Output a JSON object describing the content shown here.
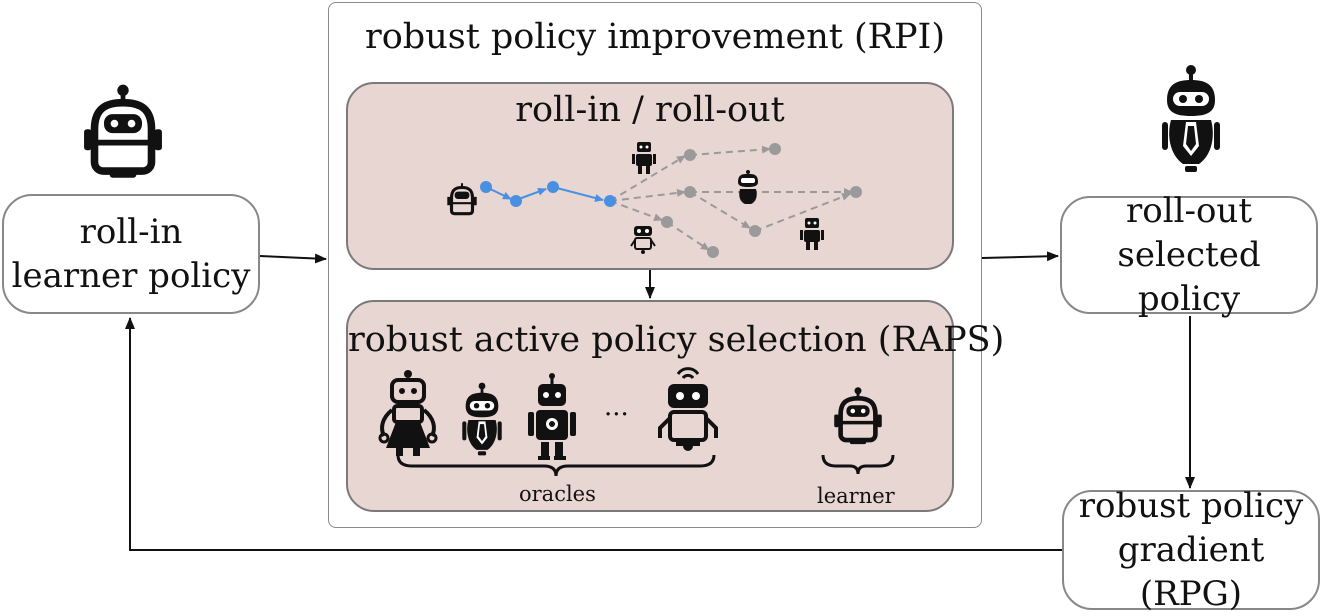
{
  "diagram": {
    "rpi_title": "robust policy improvement (RPI)",
    "rollin_rollout_title": "roll-in / roll-out",
    "raps_title": "robust active policy selection (RAPS)",
    "oracles_label": "oracles",
    "learner_label": "learner",
    "ellipsis": "···",
    "rollin_node": {
      "line1": "roll-in",
      "line2": "learner policy"
    },
    "rollout_node": {
      "line1": "roll-out",
      "line2": "selected policy"
    },
    "rpg_node": {
      "line1": "robust policy",
      "line2": "gradient (RPG)"
    }
  },
  "colors": {
    "panel_fill": "#e8d6d2",
    "learner_path": "#4a90e2",
    "oracle_path": "#9a9a9a",
    "arrow": "#111111"
  },
  "icons": [
    "learner-robot-icon",
    "oracle-robot-icon",
    "selected-robot-icon"
  ]
}
